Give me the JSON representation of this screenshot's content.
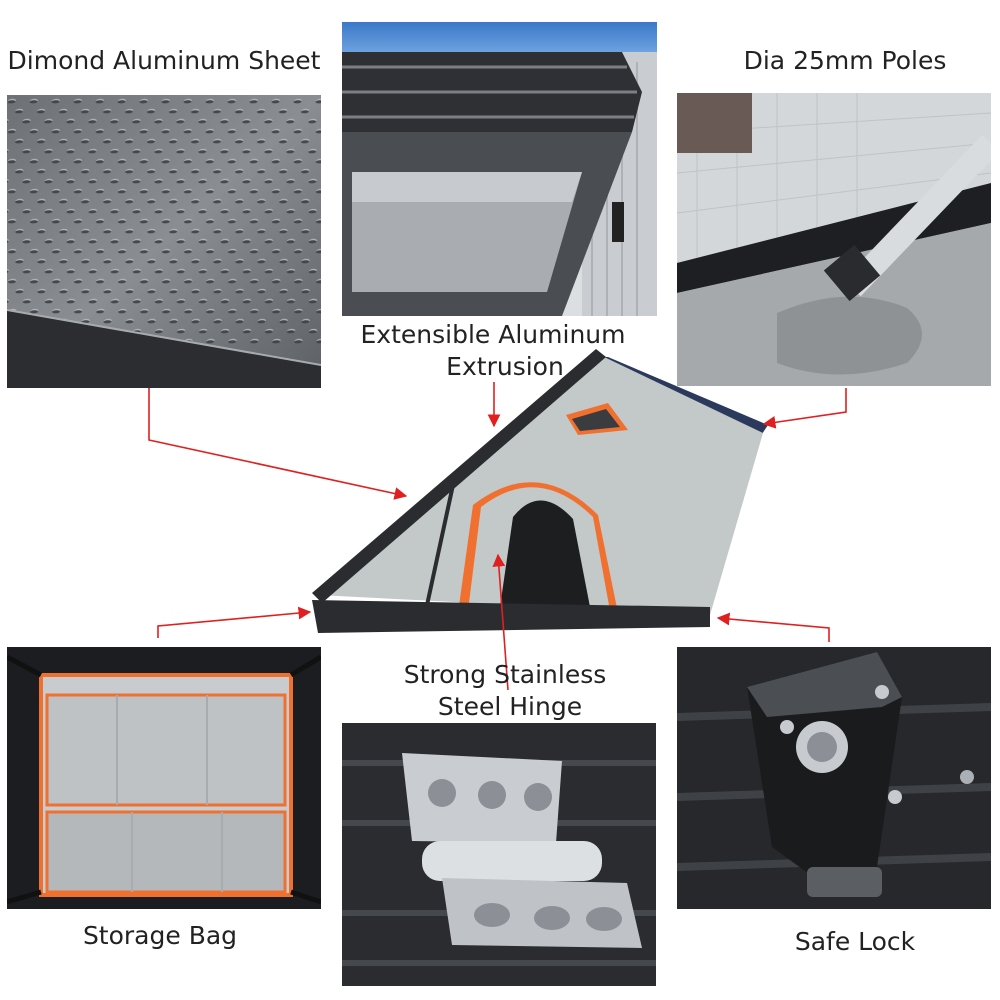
{
  "labels": {
    "diamond_sheet": "Dimond Aluminum Sheet",
    "extrusion_line1": "Extensible Aluminum",
    "extrusion_line2": "Extrusion",
    "poles": "Dia 25mm Poles",
    "hinge_line1": "Strong Stainless",
    "hinge_line2": "Steel Hinge",
    "storage_bag": "Storage Bag",
    "safe_lock": "Safe Lock"
  },
  "colors": {
    "callout_arrow": "#e02020",
    "tent_fabric": "#c3c8c9",
    "tent_trim": "#f07030",
    "tent_frame": "#2a2c30",
    "tent_roof": "#2b3a5c"
  }
}
